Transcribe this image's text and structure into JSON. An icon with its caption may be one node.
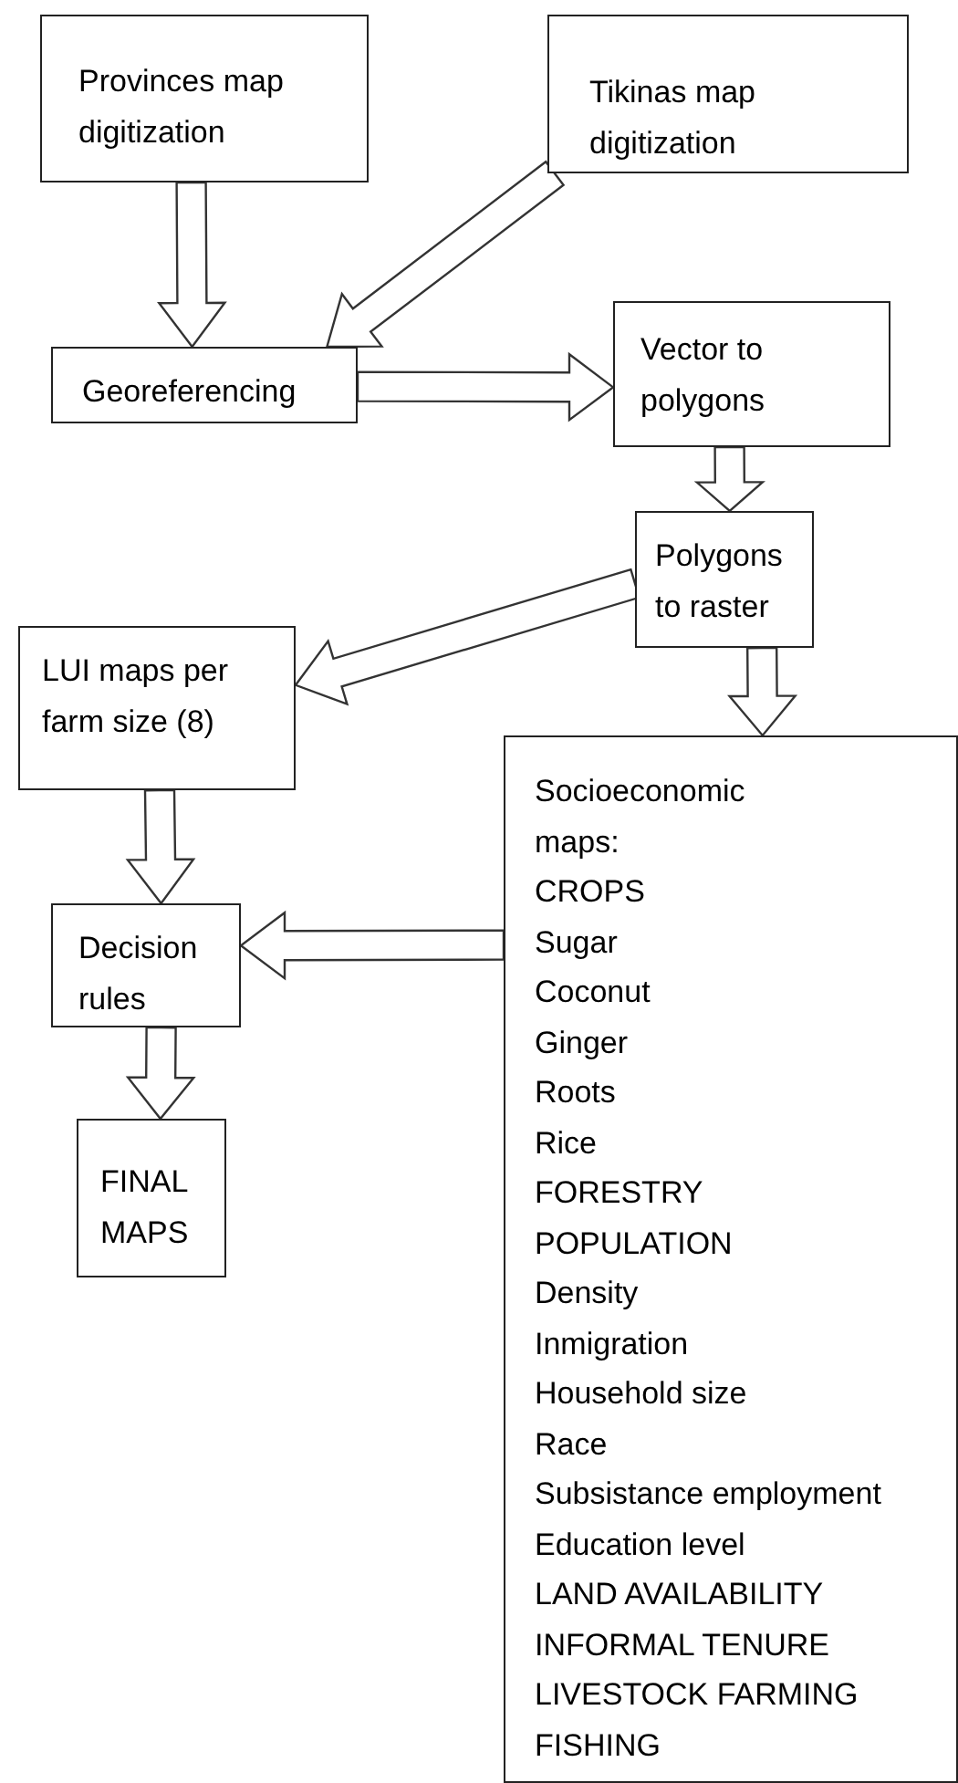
{
  "diagram": {
    "nodes": [
      {
        "text": [
          "Provinces map digitization"
        ]
      },
      {
        "text": [
          "Tikinas map digitization"
        ]
      },
      {
        "text": [
          "Georeferencing"
        ]
      },
      {
        "text": [
          "Vector to polygons"
        ]
      },
      {
        "text": [
          "Polygons to raster"
        ]
      },
      {
        "text": [
          "LUI maps per farm size (8)"
        ]
      },
      {
        "text": [
          "Socioeconomic maps:",
          "CROPS",
          "Sugar",
          "Coconut",
          "Ginger",
          "Roots",
          "Rice",
          "FORESTRY",
          "POPULATION",
          "Density",
          "Inmigration",
          "Household size",
          "Race",
          "Subsistance employment",
          "Education level",
          "LAND AVAILABILITY",
          "INFORMAL TENURE",
          "LIVESTOCK FARMING",
          "FISHING"
        ]
      },
      {
        "text": [
          "Decision rules"
        ]
      },
      {
        "text": [
          "FINAL MAPS"
        ]
      }
    ],
    "edges": [
      {
        "from": 0,
        "to": 2,
        "arrow": "to"
      },
      {
        "from": 1,
        "to": 2,
        "arrow": "to"
      },
      {
        "from": 2,
        "to": 3,
        "arrow": "to"
      },
      {
        "from": 3,
        "to": 4,
        "arrow": "to"
      },
      {
        "from": 4,
        "to": 5,
        "arrow": "to"
      },
      {
        "from": 4,
        "to": 6,
        "arrow": "to"
      },
      {
        "from": 5,
        "to": 7,
        "arrow": "to"
      },
      {
        "from": 6,
        "to": 7,
        "arrow": "to"
      },
      {
        "from": 7,
        "to": 8,
        "arrow": "to"
      }
    ]
  }
}
